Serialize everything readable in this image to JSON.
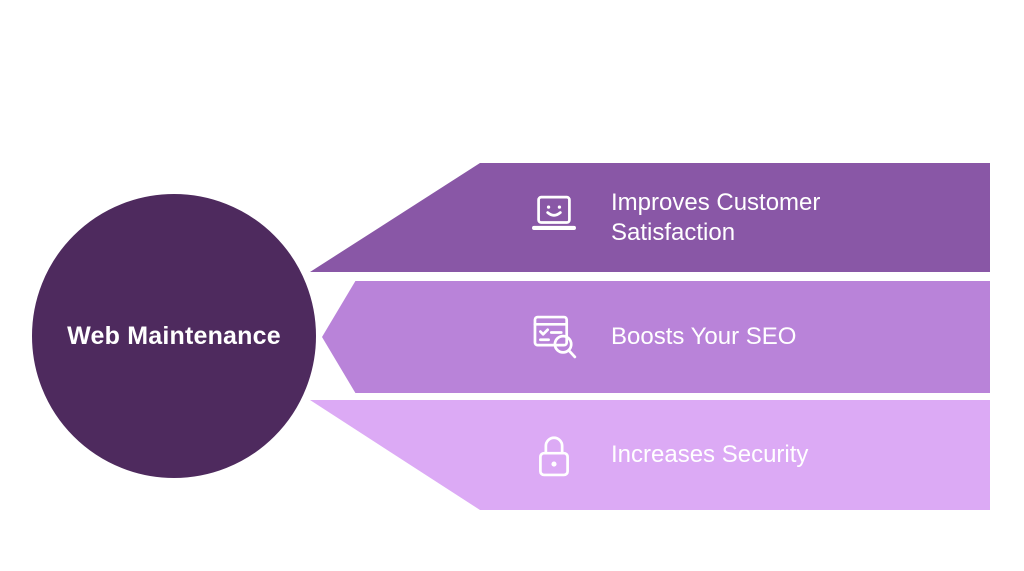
{
  "diagram": {
    "title": "Web Maintenance",
    "items": [
      {
        "label": "Improves Customer Satisfaction",
        "icon": "laptop-smiley-icon",
        "color": "#8957a6"
      },
      {
        "label": "Boosts Your SEO",
        "icon": "browser-search-icon",
        "color": "#b983d9"
      },
      {
        "label": "Increases Security",
        "icon": "lock-icon",
        "color": "#dcaaf5"
      }
    ],
    "colors": {
      "hub_circle": "#4e2a5e",
      "background": "#ffffff",
      "text": "#ffffff"
    }
  }
}
